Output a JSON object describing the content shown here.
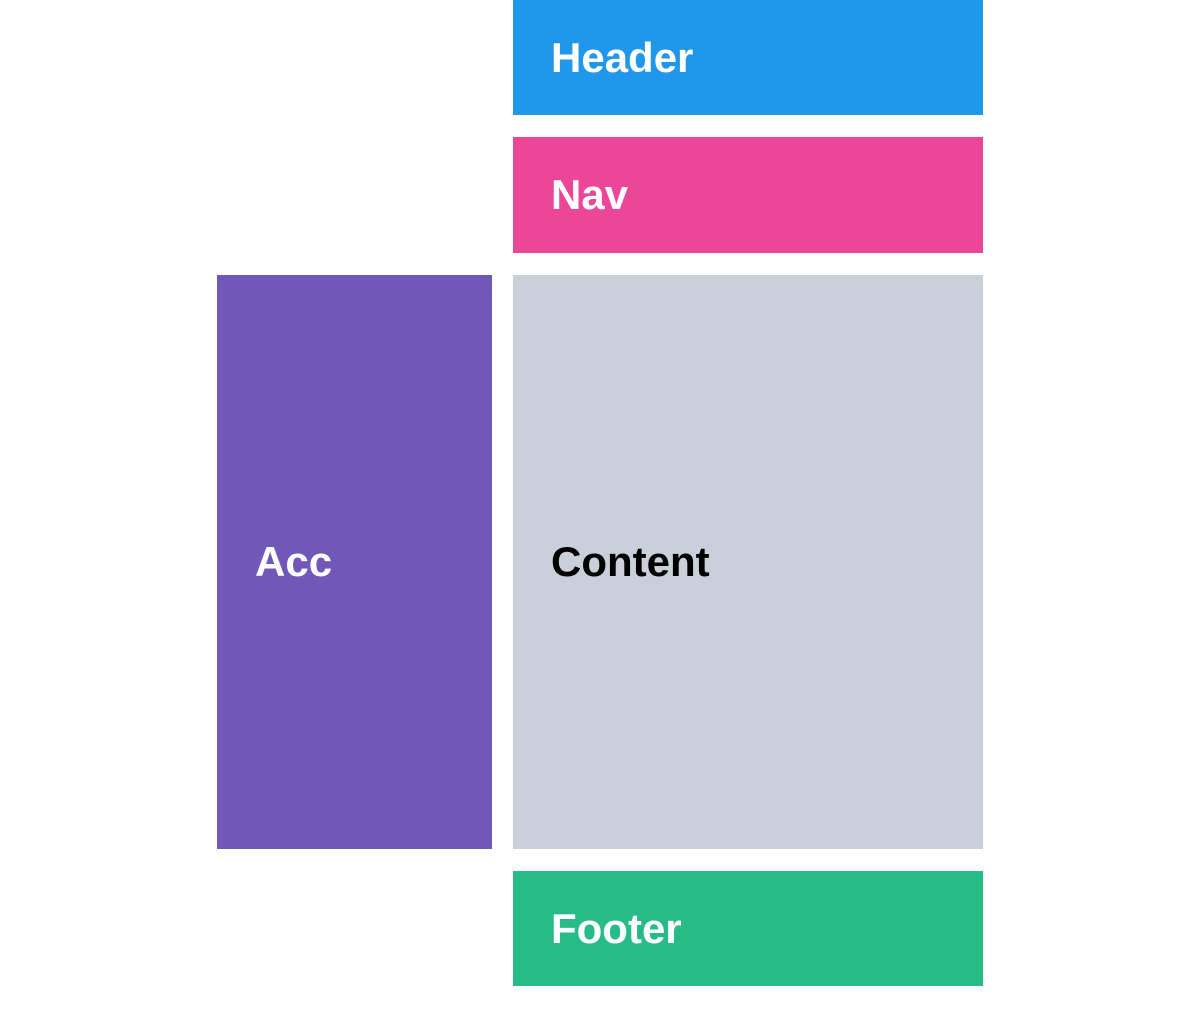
{
  "canvas": {
    "background": "#ffffff"
  },
  "blocks": {
    "header": {
      "label": "Header",
      "bg": "#2097EB",
      "text_color": "#ffffff"
    },
    "nav": {
      "label": "Nav",
      "bg": "#EC4699",
      "text_color": "#ffffff"
    },
    "aside": {
      "label": "Acc",
      "bg": "#7157B7",
      "text_color": "#ffffff"
    },
    "content": {
      "label": "Content",
      "bg": "#C9D0DA",
      "text_color": "#000000"
    },
    "footer": {
      "label": "Footer",
      "bg": "#27BB87",
      "text_color": "#ffffff"
    }
  }
}
